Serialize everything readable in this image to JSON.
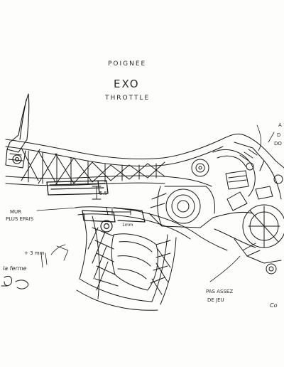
{
  "sheet": {
    "title_top": "POIGNEE",
    "title_main": "EXO",
    "title_sub": "THROTTLE"
  },
  "annotations": {
    "mur_line1": "MUR",
    "mur_line2": "PLUS EPAIS",
    "dimension_value": "5.5",
    "dimension_small": "1mm",
    "plus3": "+ 3 mm",
    "la_ferme": "la ferme",
    "pas_assez_line1": "PAS ASSEZ",
    "pas_assez_line2": "DE JEU",
    "top_right_a": "A",
    "top_right_d1": "D",
    "top_right_do": "DO",
    "corner_text": "Co"
  },
  "colors": {
    "ink": "#1a1a1a",
    "paper": "#fdfdfb"
  }
}
